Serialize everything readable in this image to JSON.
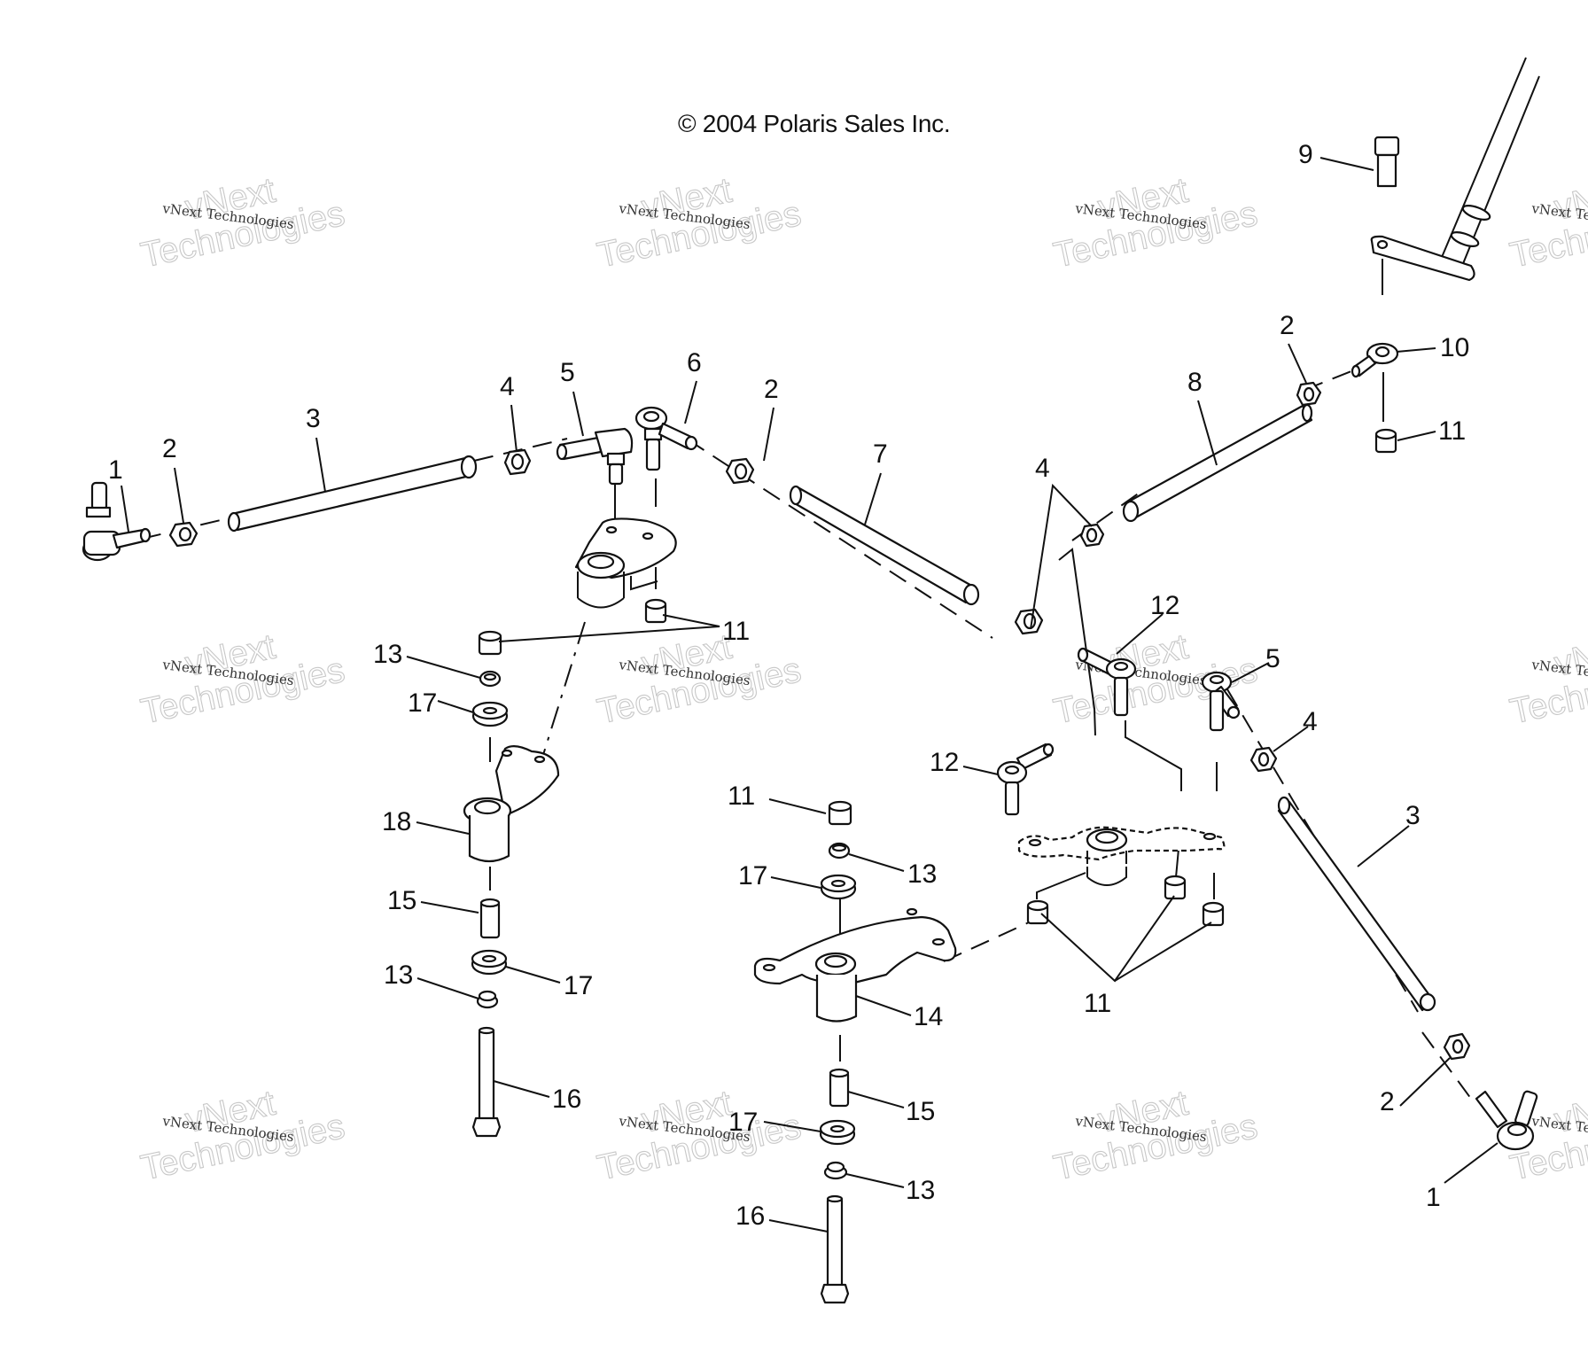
{
  "copyright": "© 2004 Polaris Sales Inc.",
  "watermark": {
    "line1": "vNext",
    "line2": "Technologies",
    "small": "vNext Technologies"
  },
  "callouts": [
    {
      "id": "c1a",
      "label": "1"
    },
    {
      "id": "c2a",
      "label": "2"
    },
    {
      "id": "c3a",
      "label": "3"
    },
    {
      "id": "c4a",
      "label": "4"
    },
    {
      "id": "c5a",
      "label": "5"
    },
    {
      "id": "c6a",
      "label": "6"
    },
    {
      "id": "c2b",
      "label": "2"
    },
    {
      "id": "c7a",
      "label": "7"
    },
    {
      "id": "c4b",
      "label": "4"
    },
    {
      "id": "c8a",
      "label": "8"
    },
    {
      "id": "c2c",
      "label": "2"
    },
    {
      "id": "c10a",
      "label": "10"
    },
    {
      "id": "c11a",
      "label": "11"
    },
    {
      "id": "c9a",
      "label": "9"
    },
    {
      "id": "c12a",
      "label": "12"
    },
    {
      "id": "c5b",
      "label": "5"
    },
    {
      "id": "c4c",
      "label": "4"
    },
    {
      "id": "c12b",
      "label": "12"
    },
    {
      "id": "c3b",
      "label": "3"
    },
    {
      "id": "c11b",
      "label": "11"
    },
    {
      "id": "c2d",
      "label": "2"
    },
    {
      "id": "c1b",
      "label": "1"
    },
    {
      "id": "c11c",
      "label": "11"
    },
    {
      "id": "c13a",
      "label": "13"
    },
    {
      "id": "c17a",
      "label": "17"
    },
    {
      "id": "c18a",
      "label": "18"
    },
    {
      "id": "c15a",
      "label": "15"
    },
    {
      "id": "c13b",
      "label": "13"
    },
    {
      "id": "c17b",
      "label": "17"
    },
    {
      "id": "c16a",
      "label": "16"
    },
    {
      "id": "c11d",
      "label": "11"
    },
    {
      "id": "c13c",
      "label": "13"
    },
    {
      "id": "c17c",
      "label": "17"
    },
    {
      "id": "c14a",
      "label": "14"
    },
    {
      "id": "c15b",
      "label": "15"
    },
    {
      "id": "c17d",
      "label": "17"
    },
    {
      "id": "c13d",
      "label": "13"
    },
    {
      "id": "c16b",
      "label": "16"
    }
  ]
}
